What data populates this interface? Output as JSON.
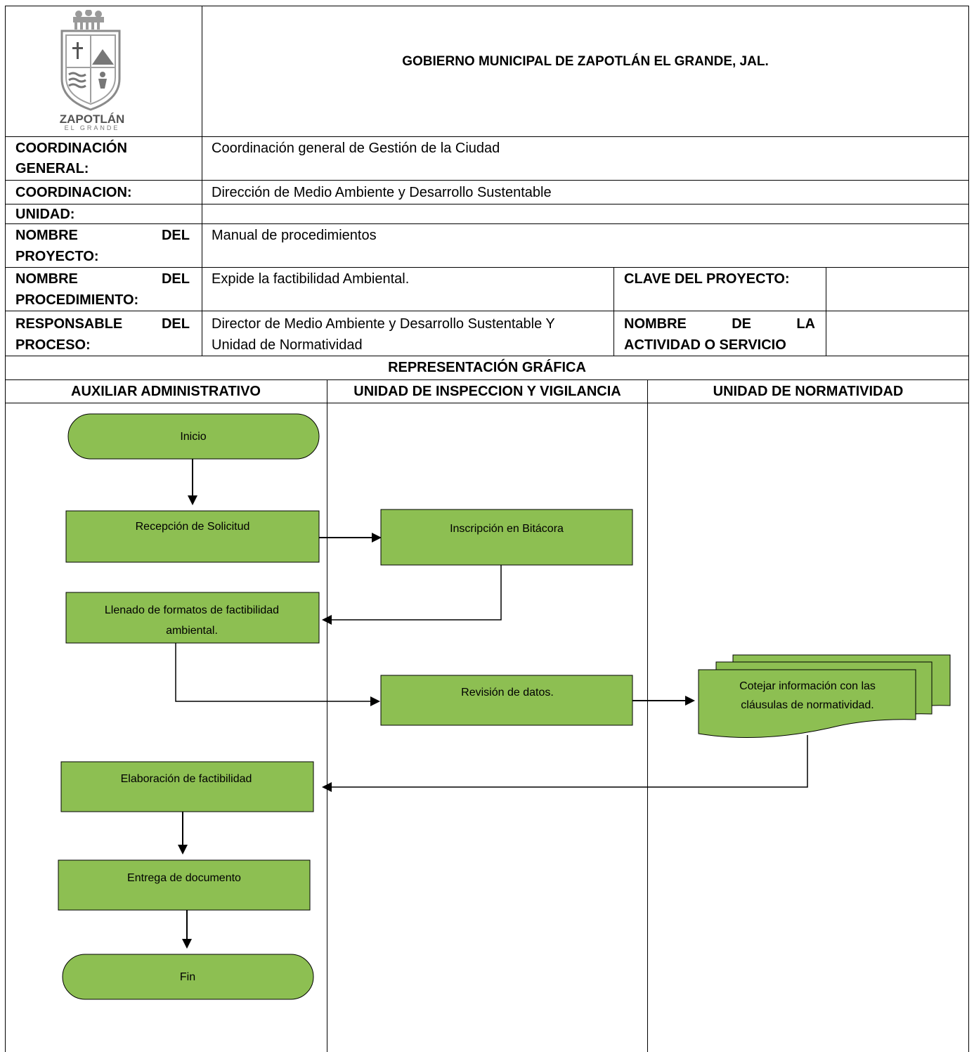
{
  "header": {
    "logo_name": "ZAPOTLÁN",
    "logo_sub": "EL GRANDE",
    "title": "GOBIERNO MUNICIPAL DE ZAPOTLÁN EL GRANDE, JAL."
  },
  "rows": {
    "coordinacion_general": {
      "label1": "COORDINACIÓN",
      "label2": "GENERAL:",
      "value": "Coordinación general de Gestión de la Ciudad"
    },
    "coordinacion": {
      "label": "COORDINACION:",
      "value": "Dirección de Medio Ambiente y Desarrollo Sustentable"
    },
    "unidad": {
      "label": "UNIDAD:",
      "value": ""
    },
    "nombre_proyecto": {
      "label1": "NOMBRE DEL",
      "label2": "PROYECTO:",
      "value": "Manual de procedimientos"
    },
    "nombre_procedimiento": {
      "label1": "NOMBRE DEL",
      "label2": "PROCEDIMIENTO:",
      "value": "Expide la factibilidad Ambiental.",
      "clave_label": "CLAVE DEL PROYECTO:",
      "clave_value": ""
    },
    "responsable": {
      "label1": "RESPONSABLE DEL",
      "label2": "PROCESO:",
      "value1": "Director de Medio Ambiente y Desarrollo Sustentable Y",
      "value2": "Unidad de Normatividad",
      "actividad_label1": "NOMBRE DE LA",
      "actividad_label2": "ACTIVIDAD O SERVICIO",
      "actividad_value": ""
    }
  },
  "section_title": "REPRESENTACIÓN GRÁFICA",
  "lanes": [
    "AUXILIAR ADMINISTRATIVO",
    "UNIDAD DE INSPECCION Y VIGILANCIA",
    "UNIDAD DE NORMATIVIDAD"
  ],
  "flow": {
    "inicio": "Inicio",
    "recepcion": "Recepción de Solicitud",
    "inscripcion": "Inscripción en Bitácora",
    "llenado1": "Llenado de formatos de factibilidad",
    "llenado2": "ambiental.",
    "revision": "Revisión de datos.",
    "cotejar1": "Cotejar información con las",
    "cotejar2": "cláusulas de normatividad.",
    "elaboracion": "Elaboración de factibilidad",
    "entrega": "Entrega de documento",
    "fin": "Fin"
  },
  "colors": {
    "shape_fill": "#8dbf52",
    "border": "#000000"
  }
}
